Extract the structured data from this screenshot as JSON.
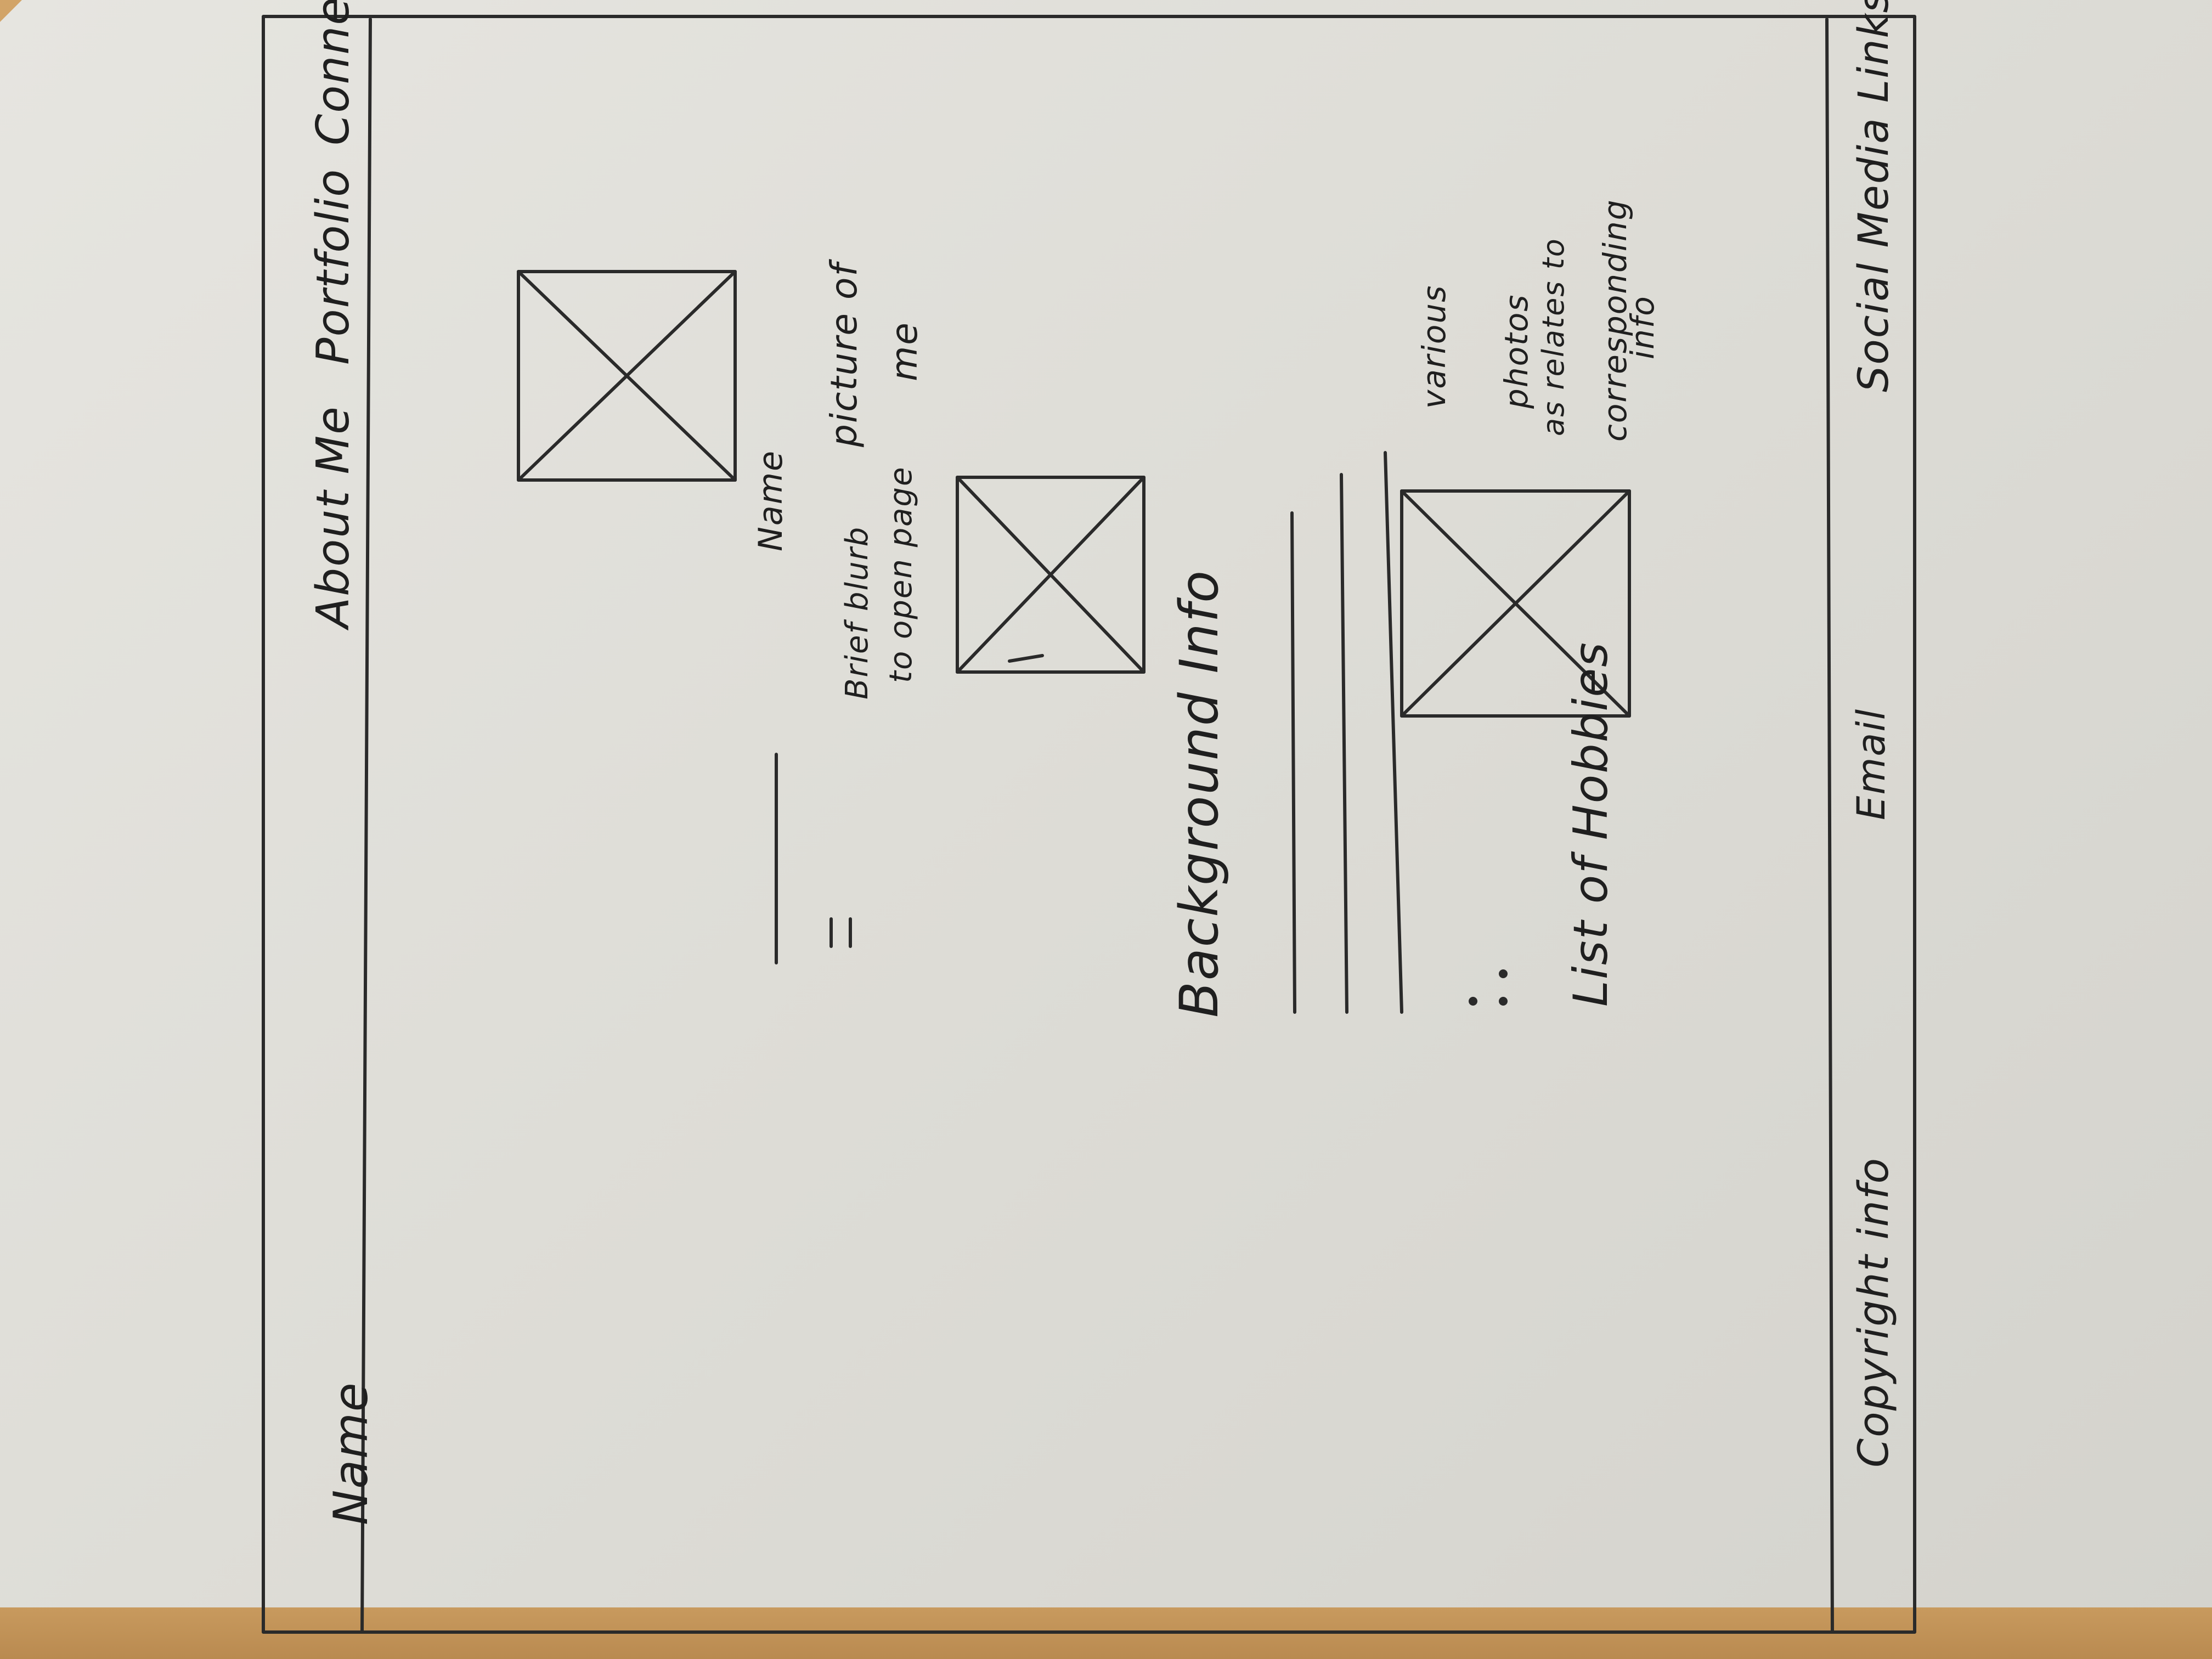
{
  "header": {
    "brand": "Name",
    "nav": [
      "About Me",
      "Portfolio",
      "Connect"
    ]
  },
  "hero": {
    "name": "Name",
    "blurb_line1": "Brief blurb",
    "blurb_line2": "to open page",
    "picture_caption_line1": "picture of",
    "picture_caption_line2": "me"
  },
  "background": {
    "title": "Background Info"
  },
  "hobbies": {
    "title": "List of Hobbies"
  },
  "photos": {
    "caption_line1": "various",
    "caption_line2": "photos",
    "caption_line3": "as relates to",
    "caption_line4": "corresponding",
    "caption_line5": "info"
  },
  "footer": {
    "copyright": "Copyright info",
    "email": "Email",
    "social": "Social Media Links"
  }
}
